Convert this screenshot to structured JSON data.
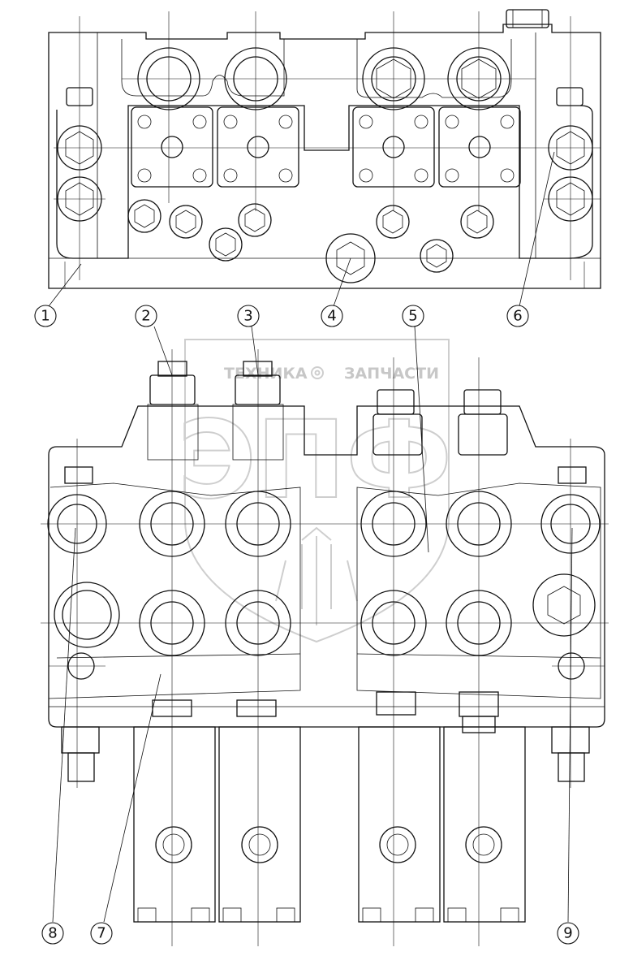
{
  "watermark": {
    "left": "ТЕХНИКА",
    "right": "ЗАПЧАСТИ",
    "logo_letters": "ЭПФ",
    "gear_icon": "gear-icon"
  },
  "callouts": [
    {
      "id": "1",
      "label": "1"
    },
    {
      "id": "2",
      "label": "2"
    },
    {
      "id": "3",
      "label": "3"
    },
    {
      "id": "4",
      "label": "4"
    },
    {
      "id": "5",
      "label": "5"
    },
    {
      "id": "6",
      "label": "6"
    },
    {
      "id": "7",
      "label": "7"
    },
    {
      "id": "8",
      "label": "8"
    },
    {
      "id": "9",
      "label": "9"
    }
  ]
}
